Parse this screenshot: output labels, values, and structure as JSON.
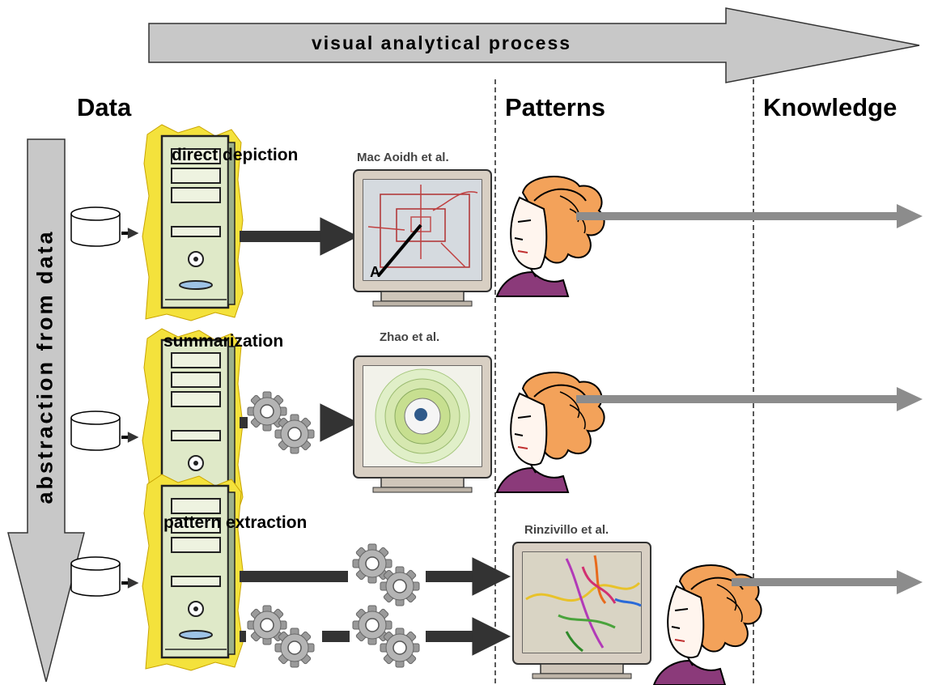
{
  "process_arrow": {
    "label": "visual analytical process"
  },
  "abstraction_arrow": {
    "label": "abstraction from data"
  },
  "columns": {
    "data": "Data",
    "patterns": "Patterns",
    "knowledge": "Knowledge"
  },
  "rows": [
    {
      "method": "direct depiction",
      "citation": "Mac Aoidh et al."
    },
    {
      "method": "summarization",
      "citation": "Zhao et al."
    },
    {
      "method": "pattern extraction",
      "citation": "Rinzivillo et al."
    }
  ],
  "map_marker": "A",
  "colors": {
    "arrow_gray": "#c8c8c8",
    "knowledge_arrow": "#8c8c8c",
    "dark_arrow": "#333333",
    "computer_yellow": "#f4e23c",
    "computer_green": "#dfe9c8",
    "monitor_beige": "#d8cfc3",
    "hair_orange": "#f3a25a"
  },
  "icons": [
    "database-icon",
    "computer-icon",
    "gears-icon",
    "monitor-icon",
    "analyst-icon"
  ]
}
